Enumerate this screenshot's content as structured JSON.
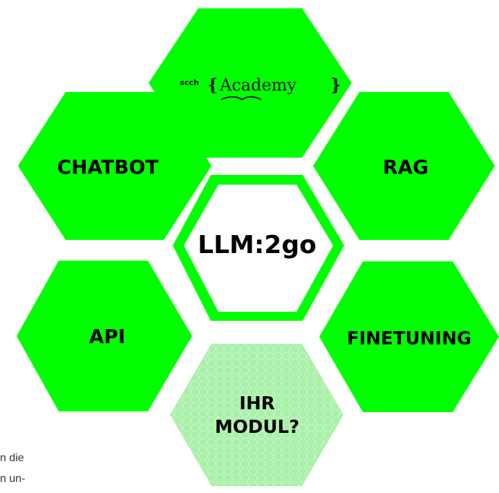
{
  "colors": {
    "hex_green": "#00ff00",
    "hex_light": "#a9f0a9",
    "text": "#000000",
    "academy_text": "#1a1a1a"
  },
  "center": {
    "label": "LLM:2go"
  },
  "hexagons": {
    "academy": {
      "prefix": "scch",
      "brace_open": "{",
      "word": "Academy",
      "brace_close": "}"
    },
    "chatbot": {
      "label": "CHATBOT"
    },
    "rag": {
      "label": "RAG"
    },
    "api": {
      "label": "API"
    },
    "finetuning": {
      "label": "FINETUNING"
    },
    "your_module": {
      "line1": "IHR",
      "line2": "MODUL?"
    }
  },
  "side_text": {
    "line1": "n die",
    "line2": "n un-"
  }
}
